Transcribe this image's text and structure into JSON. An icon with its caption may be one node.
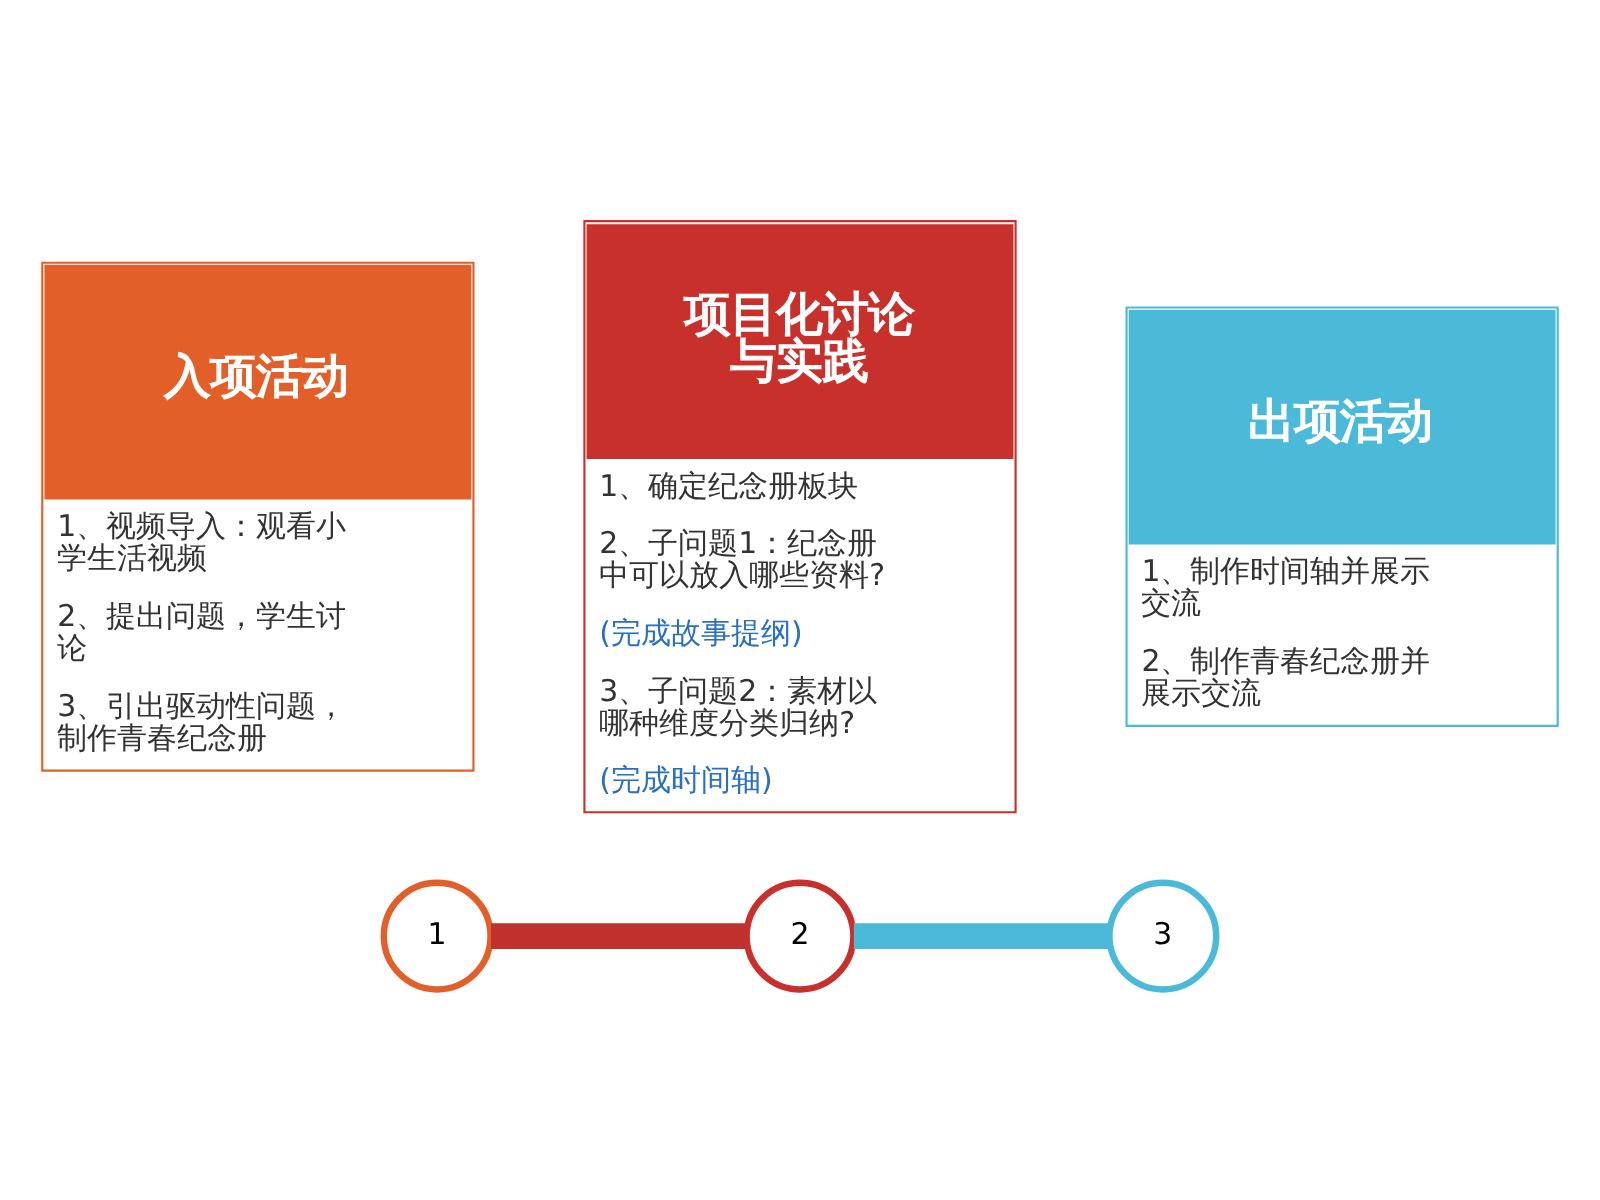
{
  "diagram": {
    "nodes": [
      {
        "text": [
          "入项活动",
          "1、视频导入：观看小学生活视频",
          "2、提出问题，学生讨论",
          "3、引出驱动性问题，制作青春纪念册"
        ]
      },
      {
        "text": [
          "项目化讨论与实践",
          "1、确定纪念册板块",
          "2、子问题1：纪念册中可以放入哪些资料?",
          "(完成故事提纲)",
          "3、子问题2：素材以哪种维度分类归纳?",
          "(完成时间轴)"
        ]
      },
      {
        "text": [
          "出项活动",
          "1、制作时间轴并展示交流",
          "2、制作青春纪念册并展示交流"
        ]
      },
      {
        "text": [
          "1"
        ]
      },
      {
        "text": [
          "2"
        ]
      },
      {
        "text": [
          "3"
        ]
      }
    ],
    "edges": [
      {
        "from": 3,
        "to": 4,
        "arrow": "none",
        "color": "#c0302c"
      },
      {
        "from": 4,
        "to": 5,
        "arrow": "none",
        "color": "#4bbad8"
      }
    ]
  }
}
